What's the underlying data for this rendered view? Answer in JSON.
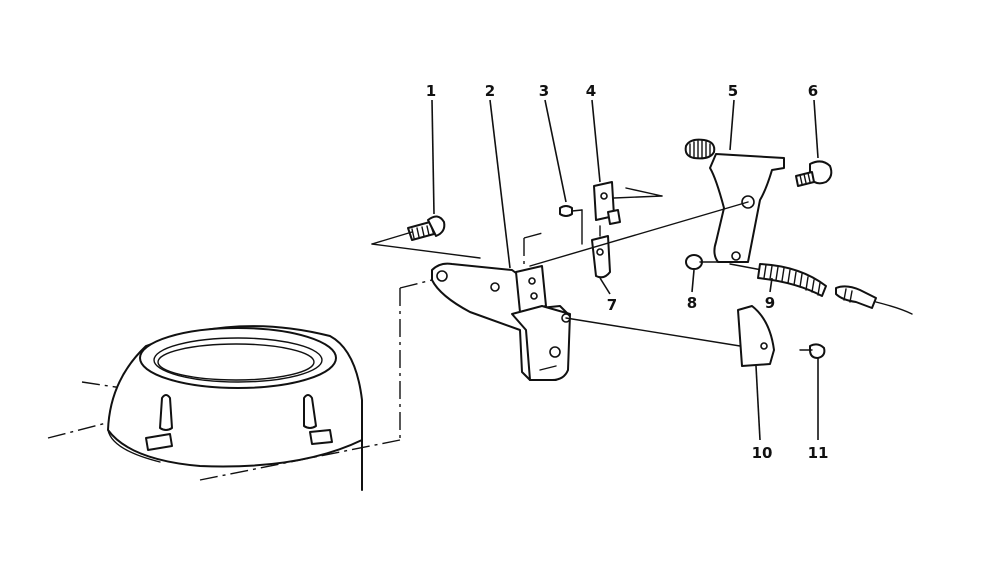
{
  "callouts": [
    {
      "id": "1",
      "label": "1"
    },
    {
      "id": "2",
      "label": "2"
    },
    {
      "id": "3",
      "label": "3"
    },
    {
      "id": "4",
      "label": "4"
    },
    {
      "id": "5",
      "label": "5"
    },
    {
      "id": "6",
      "label": "6"
    },
    {
      "id": "7",
      "label": "7"
    },
    {
      "id": "8",
      "label": "8"
    },
    {
      "id": "9",
      "label": "9"
    },
    {
      "id": "10",
      "label": "10"
    },
    {
      "id": "11",
      "label": "11"
    }
  ],
  "colors": {
    "ink": "#111111",
    "paper": "#ffffff"
  }
}
